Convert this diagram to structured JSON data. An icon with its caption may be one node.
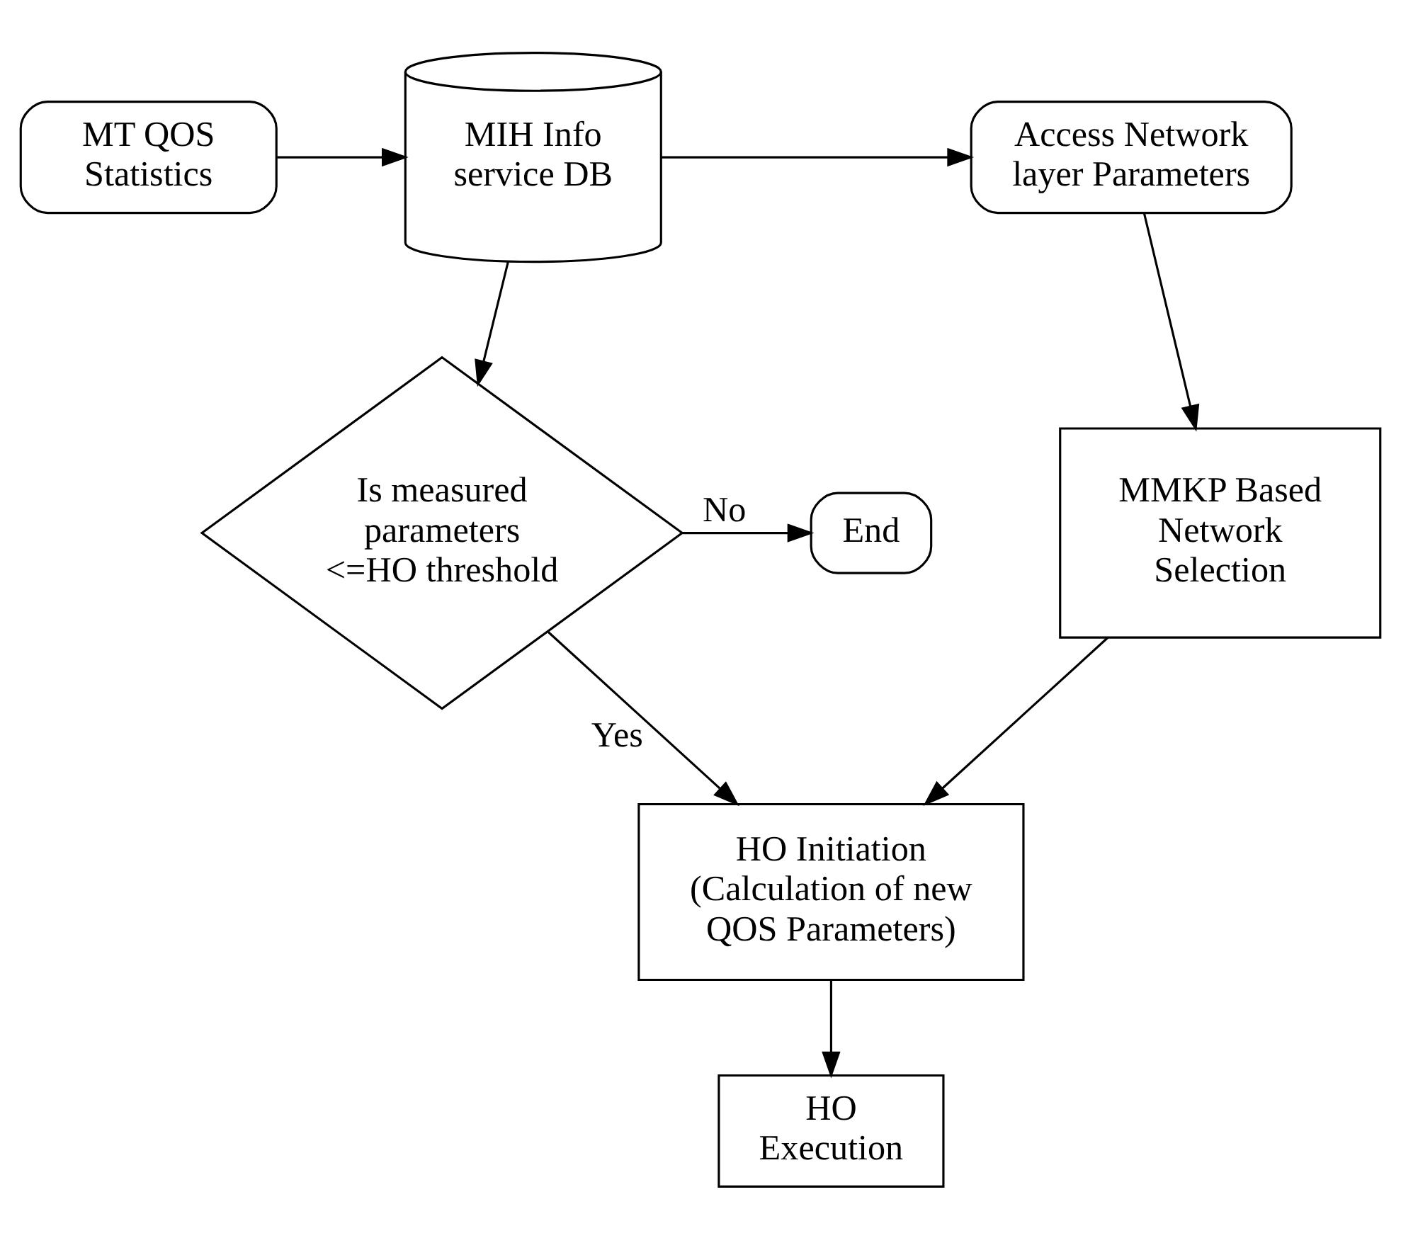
{
  "diagram": {
    "nodes": [
      {
        "text": [
          "MT QOS Statistics"
        ]
      },
      {
        "text": [
          "MIH Info service DB"
        ]
      },
      {
        "text": [
          "Access Network layer Parameters"
        ]
      },
      {
        "text": [
          "Is measured parameters <=HO threshold"
        ]
      },
      {
        "text": [
          "End"
        ]
      },
      {
        "text": [
          "MMKP Based Network Selection"
        ]
      },
      {
        "text": [
          "HO Initiation (Calculation of new QOS Parameters)"
        ]
      },
      {
        "text": [
          "HO Execution"
        ]
      }
    ],
    "edges": [
      {
        "from": 0,
        "to": 1,
        "arrow": "to"
      },
      {
        "from": 1,
        "to": 2,
        "arrow": "to"
      },
      {
        "from": 1,
        "to": 3,
        "arrow": "to"
      },
      {
        "from": 2,
        "to": 5,
        "arrow": "to"
      },
      {
        "from": 3,
        "to": 4,
        "arrow": "to",
        "label": "No"
      },
      {
        "from": 3,
        "to": 6,
        "arrow": "to",
        "label": "Yes"
      },
      {
        "from": 5,
        "to": 6,
        "arrow": "to"
      },
      {
        "from": 6,
        "to": 7,
        "arrow": "to"
      }
    ]
  }
}
